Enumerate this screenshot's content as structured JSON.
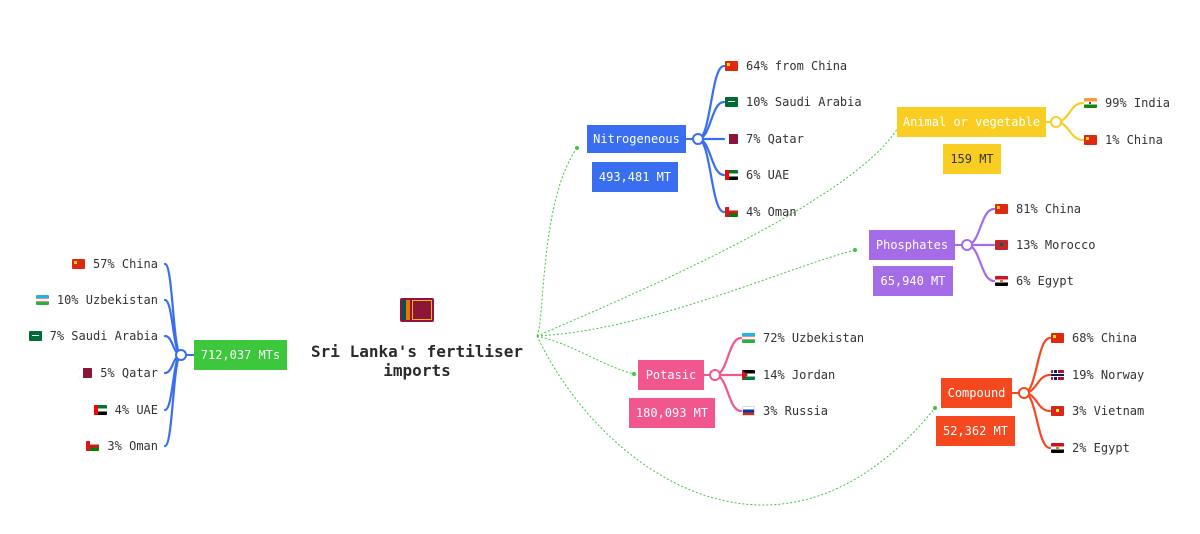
{
  "title": {
    "line1": "Sri Lanka's fertiliser",
    "line2": "imports"
  },
  "total": {
    "label": "712,037 MTs",
    "color": "#3cc73c",
    "sources": [
      {
        "text": "57% China",
        "flag": "china"
      },
      {
        "text": "10% Uzbekistan",
        "flag": "uzbek"
      },
      {
        "text": "7% Saudi Arabia",
        "flag": "saudi"
      },
      {
        "text": "5% Qatar",
        "flag": "qatar"
      },
      {
        "text": "4% UAE",
        "flag": "uae"
      },
      {
        "text": "3% Oman",
        "flag": "oman"
      }
    ]
  },
  "categories": [
    {
      "name": "Nitrogeneous",
      "amount": "493,481 MT",
      "color": "#3a6ef0",
      "sources": [
        {
          "text": "64% from China",
          "flag": "china"
        },
        {
          "text": "10% Saudi Arabia",
          "flag": "saudi"
        },
        {
          "text": "7% Qatar",
          "flag": "qatar"
        },
        {
          "text": "6% UAE",
          "flag": "uae"
        },
        {
          "text": "4% Oman",
          "flag": "oman"
        }
      ]
    },
    {
      "name": "Animal or vegetable",
      "amount": "159 MT",
      "color": "#f9cd22",
      "sources": [
        {
          "text": "99% India",
          "flag": "india"
        },
        {
          "text": "1% China",
          "flag": "china"
        }
      ]
    },
    {
      "name": "Phosphates",
      "amount": "65,940 MT",
      "color": "#a56ce8",
      "sources": [
        {
          "text": "81% China",
          "flag": "china"
        },
        {
          "text": "13% Morocco",
          "flag": "morocco"
        },
        {
          "text": "6% Egypt",
          "flag": "egypt"
        }
      ]
    },
    {
      "name": "Potasic",
      "amount": "180,093 MT",
      "color": "#f2568f",
      "sources": [
        {
          "text": "72% Uzbekistan",
          "flag": "uzbek"
        },
        {
          "text": "14% Jordan",
          "flag": "jordan"
        },
        {
          "text": "3% Russia",
          "flag": "russia"
        }
      ]
    },
    {
      "name": "Compound",
      "amount": "52,362 MT",
      "color": "#f5481f",
      "sources": [
        {
          "text": "68% China",
          "flag": "china"
        },
        {
          "text": "19% Norway",
          "flag": "norway"
        },
        {
          "text": "3% Vietnam",
          "flag": "vietnam"
        },
        {
          "text": "2% Egypt",
          "flag": "egypt"
        }
      ]
    }
  ],
  "colors": {
    "connector": "#3cc73c"
  }
}
